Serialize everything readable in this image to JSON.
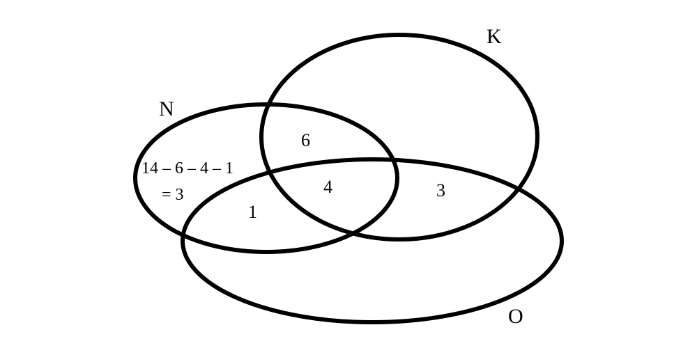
{
  "sets": {
    "n": {
      "label": "N"
    },
    "k": {
      "label": "K"
    },
    "o": {
      "label": "O"
    }
  },
  "regions": {
    "n_only_expression": "14 – 6 – 4 – 1",
    "n_only_result": "= 3",
    "n_k_only": "6",
    "n_k_o": "4",
    "n_o_only": "1",
    "k_o_only": "3"
  }
}
